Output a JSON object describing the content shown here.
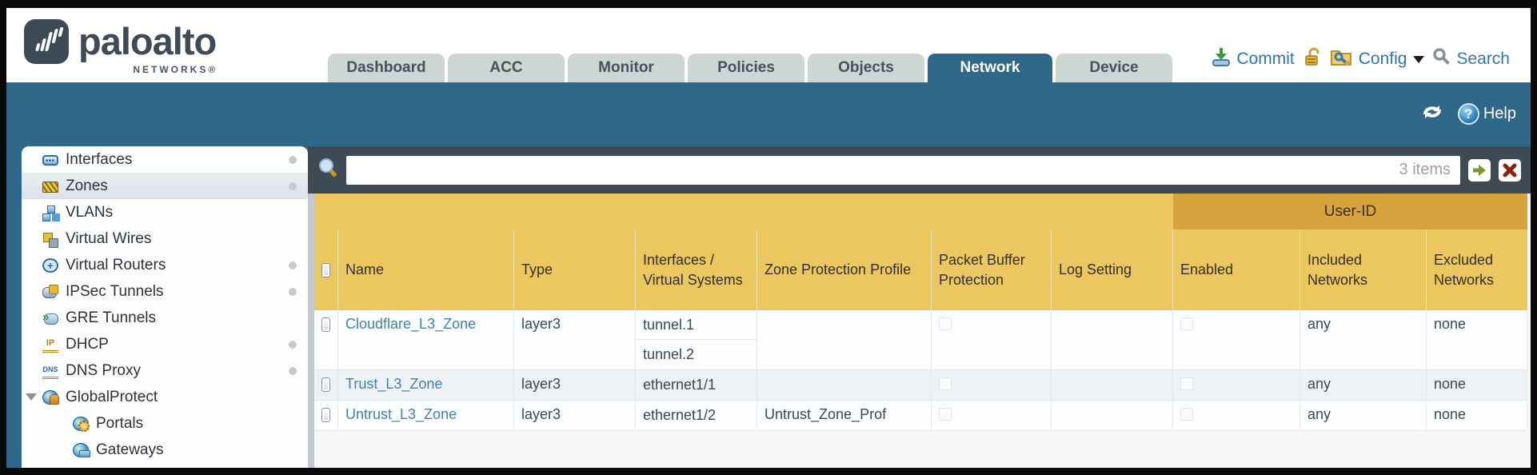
{
  "header": {
    "logo": {
      "brand": "paloalto",
      "sub": "NETWORKS®"
    },
    "tabs": [
      {
        "label": "Dashboard",
        "active": false
      },
      {
        "label": "ACC",
        "active": false
      },
      {
        "label": "Monitor",
        "active": false
      },
      {
        "label": "Policies",
        "active": false
      },
      {
        "label": "Objects",
        "active": false
      },
      {
        "label": "Network",
        "active": true
      },
      {
        "label": "Device",
        "active": false
      }
    ],
    "actions": {
      "commit_label": "Commit",
      "config_label": "Config",
      "search_label": "Search"
    }
  },
  "subheader": {
    "help_label": "Help",
    "help_glyph": "?"
  },
  "sidebar": {
    "items": [
      {
        "label": "Interfaces",
        "icon": "interfaces-icon",
        "icon_text": "▪▪▪",
        "selected": false,
        "dot": true,
        "indent": false,
        "expander": false
      },
      {
        "label": "Zones",
        "icon": "zones-icon",
        "selected": true,
        "dot": true,
        "indent": false,
        "expander": false
      },
      {
        "label": "VLANs",
        "icon": "vlans-icon",
        "selected": false,
        "dot": false,
        "indent": false,
        "expander": false
      },
      {
        "label": "Virtual Wires",
        "icon": "virtual-wires-icon",
        "selected": false,
        "dot": false,
        "indent": false,
        "expander": false
      },
      {
        "label": "Virtual Routers",
        "icon": "virtual-routers-icon",
        "icon_text": "+",
        "selected": false,
        "dot": true,
        "indent": false,
        "expander": false
      },
      {
        "label": "IPSec Tunnels",
        "icon": "ipsec-tunnels-icon",
        "selected": false,
        "dot": true,
        "indent": false,
        "expander": false
      },
      {
        "label": "GRE Tunnels",
        "icon": "gre-tunnels-icon",
        "selected": false,
        "dot": false,
        "indent": false,
        "expander": false
      },
      {
        "label": "DHCP",
        "icon": "dhcp-icon",
        "icon_text": "IP",
        "selected": false,
        "dot": true,
        "indent": false,
        "expander": false
      },
      {
        "label": "DNS Proxy",
        "icon": "dns-proxy-icon",
        "icon_text": "DNS",
        "selected": false,
        "dot": true,
        "indent": false,
        "expander": false
      },
      {
        "label": "GlobalProtect",
        "icon": "globalprotect-icon",
        "selected": false,
        "dot": false,
        "indent": false,
        "expander": true
      },
      {
        "label": "Portals",
        "icon": "portals-icon",
        "selected": false,
        "dot": false,
        "indent": true,
        "expander": false
      },
      {
        "label": "Gateways",
        "icon": "gateways-icon",
        "selected": false,
        "dot": false,
        "indent": true,
        "expander": false
      }
    ]
  },
  "toolbar": {
    "filter_value": "",
    "items_count": "3 items"
  },
  "table": {
    "group_header": "User-ID",
    "columns": [
      {
        "label": ""
      },
      {
        "label": "Name"
      },
      {
        "label": "Type"
      },
      {
        "label": "Interfaces / Virtual Systems"
      },
      {
        "label": "Zone Protection Profile"
      },
      {
        "label": "Packet Buffer Protection"
      },
      {
        "label": "Log Setting"
      },
      {
        "label": "Enabled"
      },
      {
        "label": "Included Networks"
      },
      {
        "label": "Excluded Networks"
      }
    ],
    "rows": [
      {
        "name": "Cloudflare_L3_Zone",
        "type": "layer3",
        "interfaces": [
          "tunnel.1",
          "tunnel.2"
        ],
        "zone_protection_profile": "",
        "packet_buffer_protection": false,
        "log_setting": "",
        "user_id_enabled": false,
        "included_networks": "any",
        "excluded_networks": "none"
      },
      {
        "name": "Trust_L3_Zone",
        "type": "layer3",
        "interfaces": [
          "ethernet1/1"
        ],
        "zone_protection_profile": "",
        "packet_buffer_protection": false,
        "log_setting": "",
        "user_id_enabled": false,
        "included_networks": "any",
        "excluded_networks": "none"
      },
      {
        "name": "Untrust_L3_Zone",
        "type": "layer3",
        "interfaces": [
          "ethernet1/2"
        ],
        "zone_protection_profile": "Untrust_Zone_Prof",
        "packet_buffer_protection": false,
        "log_setting": "",
        "user_id_enabled": false,
        "included_networks": "any",
        "excluded_networks": "none"
      }
    ]
  },
  "colors": {
    "teal": "#30688a",
    "slate": "#3e4a54",
    "gold_header": "#ecc75f",
    "gold_band": "#d8a33c",
    "link_blue": "#3e84ae",
    "action_blue": "#2e77ad",
    "tab_gray": "#ccd6d2"
  }
}
